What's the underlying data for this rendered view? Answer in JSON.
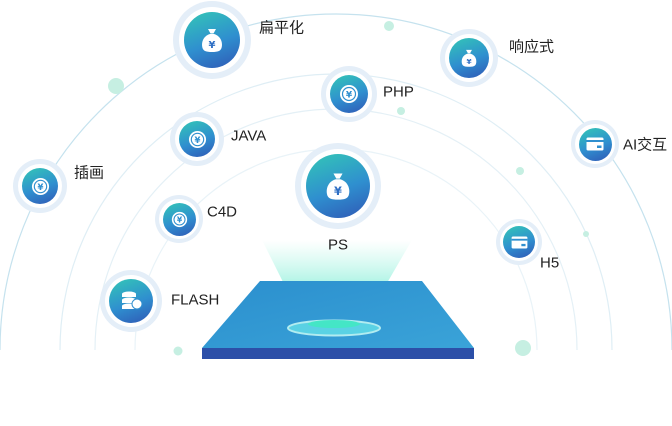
{
  "nodes": [
    {
      "id": "bianpinghua",
      "label": "扁平化",
      "icon": "money-bag-icon"
    },
    {
      "id": "xiangyingshi",
      "label": "响应式",
      "icon": "money-bag-icon"
    },
    {
      "id": "php",
      "label": "PHP",
      "icon": "yen-coin-icon"
    },
    {
      "id": "java",
      "label": "JAVA",
      "icon": "yen-coin-icon"
    },
    {
      "id": "ai-interaction",
      "label": "AI交互",
      "icon": "card-icon"
    },
    {
      "id": "chahua",
      "label": "插画",
      "icon": "yen-coin-icon"
    },
    {
      "id": "c4d",
      "label": "C4D",
      "icon": "yen-coin-icon"
    },
    {
      "id": "ps",
      "label": "PS",
      "icon": "money-bag-icon"
    },
    {
      "id": "h5",
      "label": "H5",
      "icon": "card-icon"
    },
    {
      "id": "flash",
      "label": "FLASH",
      "icon": "coin-stack-icon"
    }
  ],
  "colors": {
    "arc": "#c5e2ee",
    "dot": "#bfeee0",
    "gradient_start": "#33c7b6",
    "gradient_end": "#2f58b5",
    "platform_top": "#2f96d2",
    "platform_side": "#2c4fa8",
    "halo": "#e4eef8"
  }
}
